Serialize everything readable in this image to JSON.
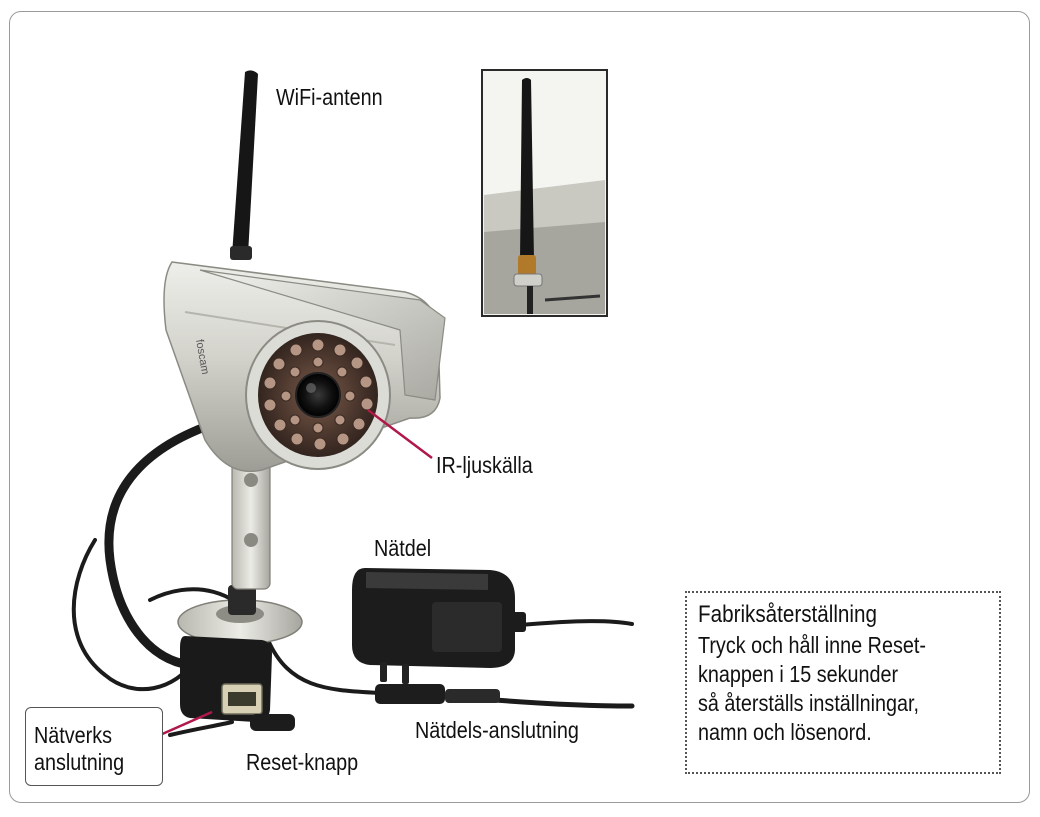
{
  "labels": {
    "wifi_antenna": "WiFi-antenn",
    "ir_light": "IR-ljuskälla",
    "power_supply": "Nätdel",
    "power_connector": "Nätdels-anslutning",
    "reset_button": "Reset-knapp",
    "network_line1": "Nätverks",
    "network_line2": "anslutning"
  },
  "reset_note": {
    "title": "Fabriksåterställning",
    "lines": [
      "Tryck och håll inne Reset-",
      "knappen i 15 sekunder",
      "så återställs inställningar,",
      "namn och lösenord."
    ]
  },
  "colors": {
    "leader_line": "#b0184a",
    "frame": "#9a9a9a",
    "camera_body": "#cfcfc8",
    "cable": "#1b1b1b"
  }
}
